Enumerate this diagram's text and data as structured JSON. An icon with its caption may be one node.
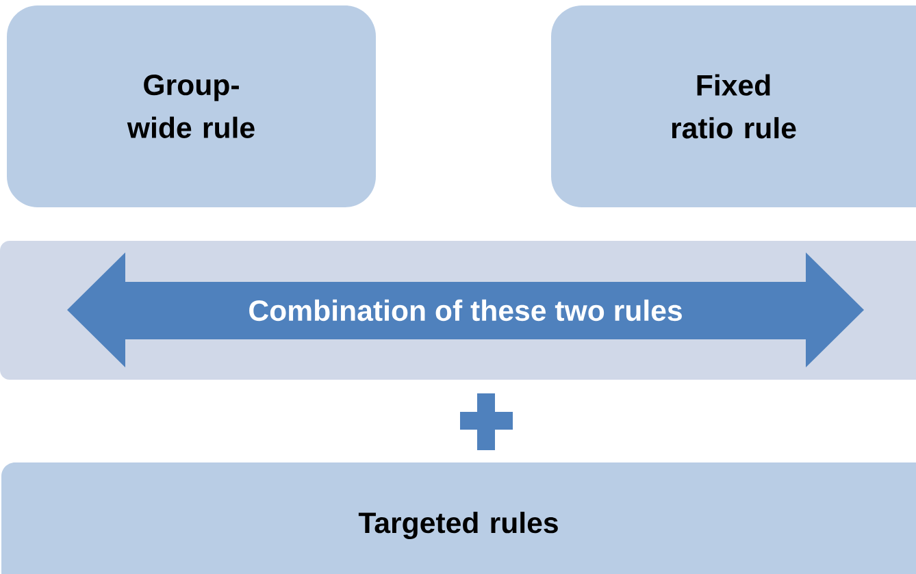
{
  "diagram": {
    "nodes": [
      {
        "text": [
          "Group-wide rule"
        ]
      },
      {
        "text": [
          "Fixed ratio rule"
        ]
      },
      {
        "text": [],
        "shape": "box"
      },
      {
        "text": [
          "Combination of these two rules"
        ],
        "in": 2
      },
      {
        "text": [
          "Targeted rules"
        ]
      }
    ]
  }
}
